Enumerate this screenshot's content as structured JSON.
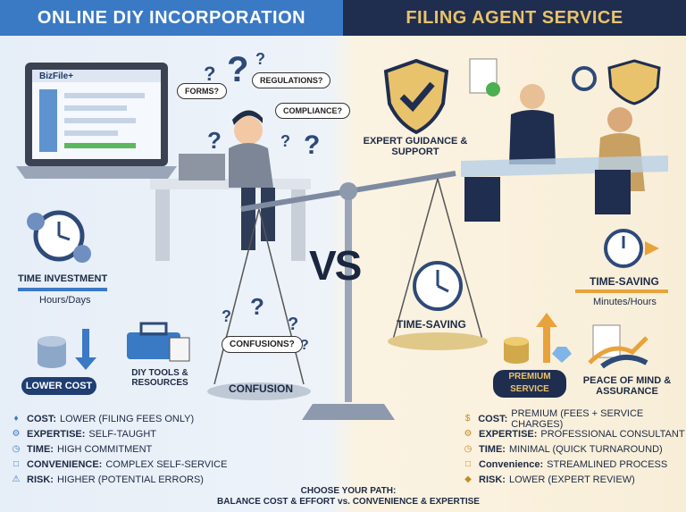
{
  "headers": {
    "left": "ONLINE DIY INCORPORATION",
    "right": "FILING AGENT SERVICE"
  },
  "laptop": {
    "brand": "BizFile+"
  },
  "bubbles": {
    "forms": "FORMS?",
    "regulations": "REGULATIONS?",
    "compliance": "COMPLIANCE?",
    "confusions": "CONFUSIONS?"
  },
  "left_panel": {
    "time_title": "TIME INVESTMENT",
    "time_unit": "Hours/Days",
    "cost_badge": "LOWER COST",
    "tools_label": "DIY TOOLS & RESOURCES",
    "scale_label": "CONFUSION"
  },
  "right_panel": {
    "guidance_label": "EXPERT GUIDANCE & SUPPORT",
    "time_title": "TIME-SAVING",
    "time_unit": "Minutes/Hours",
    "scale_label": "TIME-SAVING",
    "premium_badge": "PREMIUM SERVICE",
    "peace_label": "PEACE OF MIND & ASSURANCE"
  },
  "vs": "VS",
  "left_list": [
    {
      "key": "COST:",
      "value": "LOWER (FILING FEES ONLY)",
      "icon": "tag-icon"
    },
    {
      "key": "EXPERTISE:",
      "value": "SELF-TAUGHT",
      "icon": "gear-icon"
    },
    {
      "key": "TIME:",
      "value": "HIGH COMMITMENT",
      "icon": "clock-icon"
    },
    {
      "key": "CONVENIENCE:",
      "value": "COMPLEX SELF-SERVICE",
      "icon": "folder-icon"
    },
    {
      "key": "RISK:",
      "value": "HIGHER (POTENTIAL ERRORS)",
      "icon": "warning-icon"
    }
  ],
  "right_list": [
    {
      "key": "COST:",
      "value": "PREMIUM (FEES + SERVICE CHARGES)",
      "icon": "money-bag-icon"
    },
    {
      "key": "EXPERTISE:",
      "value": "PROFESSIONAL CONSULTANT",
      "icon": "handshake-icon"
    },
    {
      "key": "TIME:",
      "value": "MINIMAL (QUICK TURNAROUND)",
      "icon": "clock-icon"
    },
    {
      "key": "Convenience:",
      "value": "STREAMLINED PROCESS",
      "icon": "folder-icon"
    },
    {
      "key": "RISK:",
      "value": "LOWER (EXPERT REVIEW)",
      "icon": "shield-icon"
    }
  ],
  "footer": {
    "line1": "CHOOSE YOUR PATH:",
    "line2": "BALANCE COST & EFFORT vs. CONVENIENCE & EXPERTISE"
  },
  "colors": {
    "blue": "#3a79c4",
    "navy": "#1f2d4f",
    "gold": "#e9c36b"
  }
}
